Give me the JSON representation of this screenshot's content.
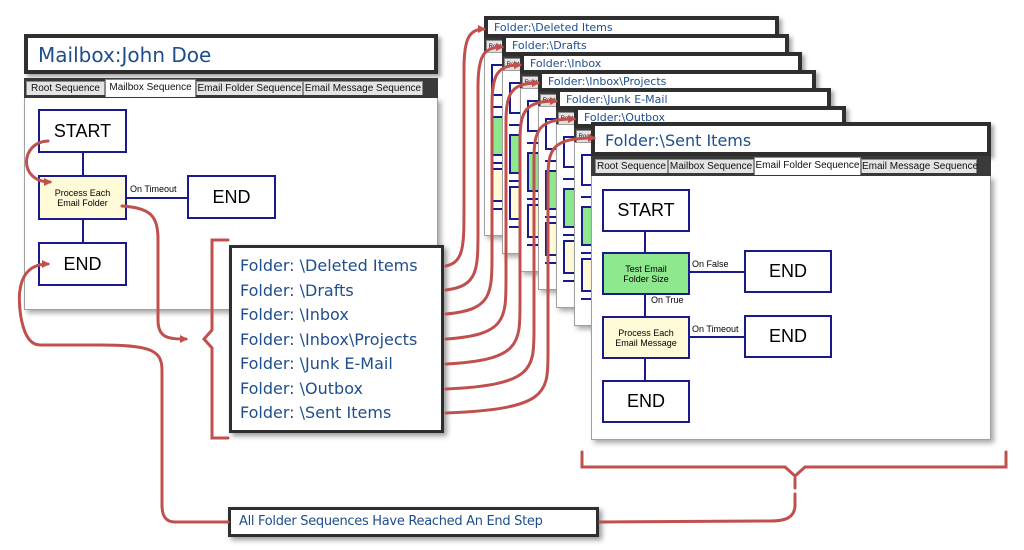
{
  "mailbox_window": {
    "title": "Mailbox:John Doe",
    "tabs": [
      {
        "label": "Root Sequence",
        "active": false
      },
      {
        "label": "Mailbox Sequence",
        "active": true
      },
      {
        "label": "Email Folder Sequence",
        "active": false
      },
      {
        "label": "Email Message Sequence",
        "active": false
      }
    ],
    "nodes": {
      "start": "START",
      "process": "Process Each Email Folder",
      "end_timeout": "END",
      "end_main": "END"
    },
    "edge_labels": {
      "timeout": "On Timeout"
    }
  },
  "folder_windows": [
    {
      "title": "Folder:\\Deleted Items"
    },
    {
      "title": "Folder:\\Drafts"
    },
    {
      "title": "Folder:\\Inbox"
    },
    {
      "title": "Folder:\\Inbox\\Projects"
    },
    {
      "title": "Folder:\\Junk E-Mail"
    },
    {
      "title": "Folder:\\Outbox"
    }
  ],
  "sent_items_window": {
    "title": "Folder:\\Sent Items",
    "tabs": [
      {
        "label": "Root Sequence",
        "active": false
      },
      {
        "label": "Mailbox Sequence",
        "active": false
      },
      {
        "label": "Email Folder Sequence",
        "active": true
      },
      {
        "label": "Email Message Sequence",
        "active": false
      }
    ],
    "stub_tab_label": "Root",
    "nodes": {
      "start": "START",
      "test": "Test Email Folder Size",
      "end_false": "END",
      "process": "Process Each Email Message",
      "end_timeout": "END",
      "end_main": "END"
    },
    "edge_labels": {
      "false": "On False",
      "true": "On True",
      "timeout": "On Timeout"
    }
  },
  "folder_list": [
    "Folder: \\Deleted Items",
    "Folder: \\Drafts",
    "Folder: \\Inbox",
    "Folder: \\Inbox\\Projects",
    "Folder: \\Junk E-Mail",
    "Folder: \\Outbox",
    "Folder: \\Sent Items"
  ],
  "summary_label": "All Folder Sequences Have Reached An End Step",
  "colors": {
    "annotation": "#c0504d",
    "title_text": "#1f4e8c",
    "node_border": "#1a1a8c",
    "process_node": "#fffbd9",
    "test_node": "#8ee88e"
  }
}
